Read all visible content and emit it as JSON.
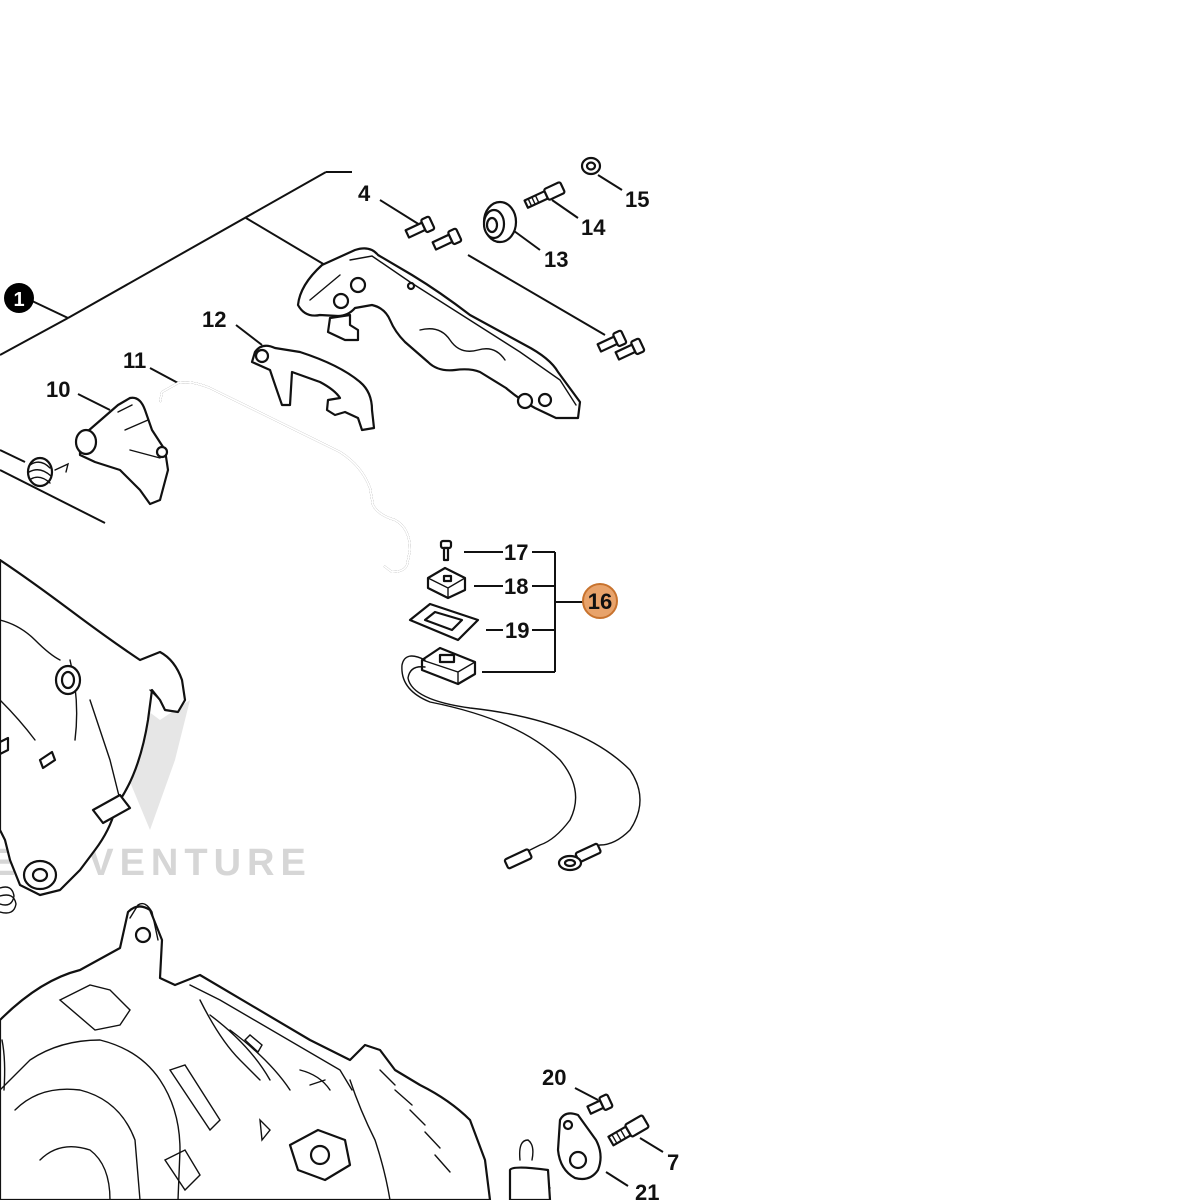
{
  "diagram": {
    "watermark": "EADVENTURE",
    "labels": {
      "l1": "1",
      "l4": "4",
      "l7": "7",
      "l10": "10",
      "l11": "11",
      "l12": "12",
      "l13": "13",
      "l14": "14",
      "l15": "15",
      "l16": "16",
      "l17": "17",
      "l18": "18",
      "l19": "19",
      "l20": "20",
      "l21": "21"
    },
    "colors": {
      "highlight_fill": "#E8A36B",
      "highlight_stroke": "#C8732E",
      "callout_fill": "#000000",
      "line": "#111111"
    }
  }
}
